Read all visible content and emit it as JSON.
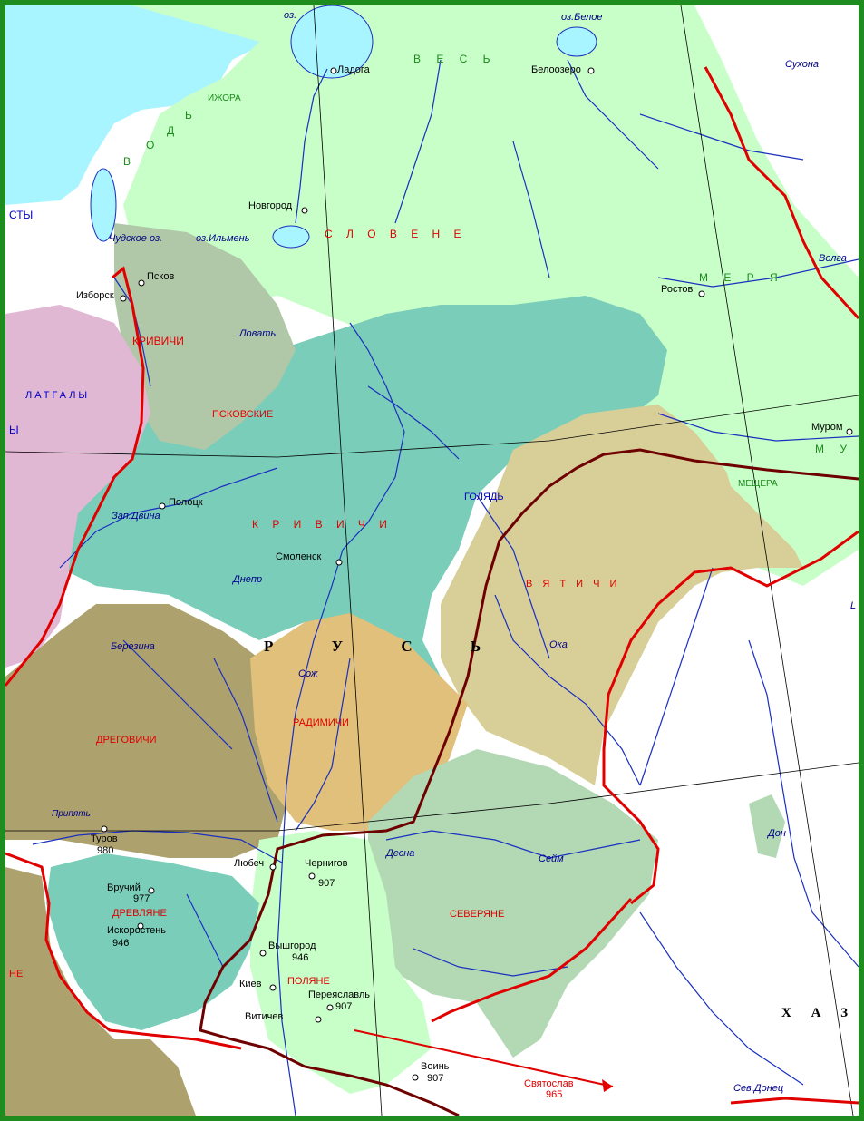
{
  "map": {
    "colors": {
      "frame": "#1e8c1e",
      "sea": "#a8f4ff",
      "light_green": "#c8ffc8",
      "teal": "#7acdb9",
      "olive": "#ada26e",
      "tan": "#d8cf98",
      "ochre": "#e0c07a",
      "grey_green": "#b2d8b4",
      "pink": "#e0b8d4",
      "river": "#1a2fbf",
      "border_red": "#e00000",
      "border_dark": "#6e0000",
      "arrow": "#e00000"
    },
    "regions": [
      {
        "name": "ВЕСЬ",
        "label": "В Е С Ь",
        "style": "green"
      },
      {
        "name": "ВОДЬ",
        "letters": [
          "В",
          "О",
          "Д",
          "Ь"
        ],
        "style": "green"
      },
      {
        "name": "ИЖОРА",
        "label": "ИЖОРА",
        "style": "green-small"
      },
      {
        "name": "СЛОВЕНЕ",
        "label": "С Л О В Е Н Е",
        "style": "red"
      },
      {
        "name": "МЕРЯ",
        "label": "М Е Р Я",
        "style": "green"
      },
      {
        "name": "МУРОМА",
        "label": "М У Р О",
        "style": "green"
      },
      {
        "name": "МЕЩЕРА",
        "label": "МЕЩЕРА",
        "style": "green-small"
      },
      {
        "name": "КРИВИЧИ_NW",
        "label": "КРИВИЧИ",
        "style": "red"
      },
      {
        "name": "ПСКОВСКИЕ",
        "label": "ПСКОВСКИЕ",
        "style": "red"
      },
      {
        "name": "КРИВИЧИ",
        "label": "К Р И В И Ч И",
        "style": "red"
      },
      {
        "name": "ЛАТГАЛЫ",
        "label": "ЛАТГАЛЫ",
        "style": "blue"
      },
      {
        "name": "ЭСТЫ",
        "label": "СТЫ",
        "style": "blue"
      },
      {
        "name": "ЛИТВА",
        "label": "Ы",
        "style": "blue"
      },
      {
        "name": "ГОЛЯДЬ",
        "label": "ГОЛЯДЬ",
        "style": "blue"
      },
      {
        "name": "ВЯТИЧИ",
        "label": "В Я Т И Ч И",
        "style": "red"
      },
      {
        "name": "РУСЬ",
        "label": "Р У С Ь",
        "style": "black-bold"
      },
      {
        "name": "РАДИМИЧИ",
        "label": "РАДИМИЧИ",
        "style": "red"
      },
      {
        "name": "ДРЕГОВИЧИ",
        "label": "ДРЕГОВИЧИ",
        "style": "red"
      },
      {
        "name": "ДРЕВЛЯНЕ",
        "label": "ДРЕВЛЯНЕ",
        "style": "red"
      },
      {
        "name": "ПОЛЯНЕ",
        "label": "ПОЛЯНЕ",
        "style": "red"
      },
      {
        "name": "СЕВЕРЯНЕ",
        "label": "СЕВЕРЯНЕ",
        "style": "red"
      },
      {
        "name": "ВОЛЫНЯНЕ",
        "label": "НЕ",
        "style": "red"
      },
      {
        "name": "ХАЗАРЫ",
        "label": "Х А З А",
        "style": "black-bold"
      }
    ],
    "cities": [
      {
        "name": "Ладога"
      },
      {
        "name": "Белоозеро"
      },
      {
        "name": "Новгород"
      },
      {
        "name": "Псков"
      },
      {
        "name": "Изборск"
      },
      {
        "name": "Ростов"
      },
      {
        "name": "Муром"
      },
      {
        "name": "Полоцк"
      },
      {
        "name": "Смоленск"
      },
      {
        "name": "Туров",
        "year": "980"
      },
      {
        "name": "Любеч"
      },
      {
        "name": "Чернигов",
        "year": "907"
      },
      {
        "name": "Вручий",
        "year": "977"
      },
      {
        "name": "Искоростень",
        "year": "946"
      },
      {
        "name": "Вышгород",
        "year": "946"
      },
      {
        "name": "Киев"
      },
      {
        "name": "Переяславль",
        "year": "907"
      },
      {
        "name": "Витичев"
      },
      {
        "name": "Воинь",
        "year": "907"
      }
    ],
    "rivers": [
      {
        "name": "оз."
      },
      {
        "name": "оз.Белое"
      },
      {
        "name": "Сухона"
      },
      {
        "name": "Волга"
      },
      {
        "name": "Чудское оз."
      },
      {
        "name": "оз.Ильмень"
      },
      {
        "name": "Ловать"
      },
      {
        "name": "Зап.Двина"
      },
      {
        "name": "Днепр"
      },
      {
        "name": "Березина"
      },
      {
        "name": "Сож"
      },
      {
        "name": "Ока"
      },
      {
        "name": "Припять"
      },
      {
        "name": "Десна"
      },
      {
        "name": "Сейм"
      },
      {
        "name": "Дон"
      },
      {
        "name": "Сев.Донец"
      },
      {
        "name": "L"
      }
    ],
    "campaign": {
      "label": "Святослав",
      "year": "965"
    }
  }
}
